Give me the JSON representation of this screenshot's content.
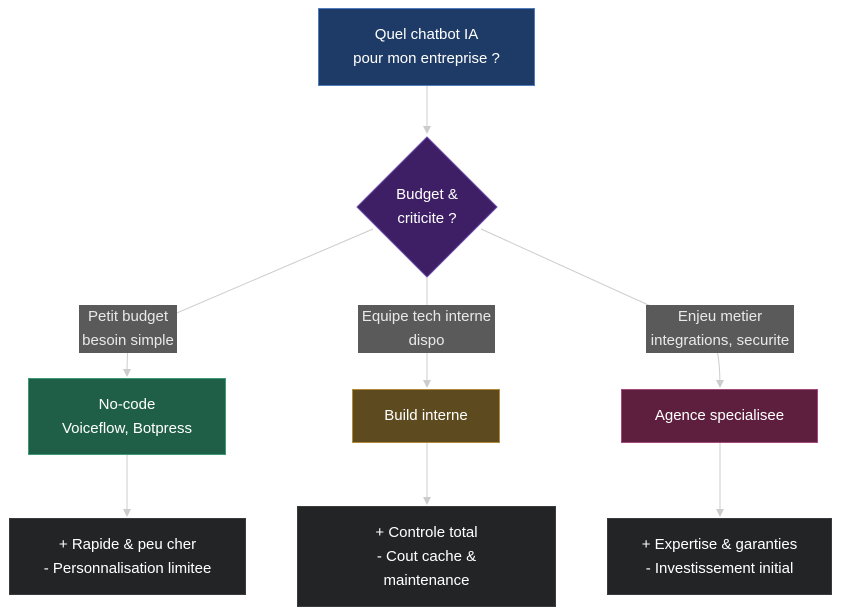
{
  "nodes": {
    "start": {
      "line1": "Quel chatbot IA",
      "line2": "pour mon entreprise ?",
      "fill": "#1e3a66"
    },
    "decision": {
      "line1": "Budget &",
      "line2": "criticite ?",
      "fill": "#3e1f66"
    },
    "nocode": {
      "line1": "No-code",
      "line2": "Voiceflow, Botpress",
      "fill": "#1f5f48"
    },
    "build": {
      "line1": "Build interne",
      "fill": "#5e4a1f"
    },
    "agence": {
      "line1": "Agence specialisee",
      "fill": "#5e1f3e"
    },
    "out_nocode": {
      "line1": "+ Rapide & peu cher",
      "line2": "- Personnalisation limitee"
    },
    "out_build": {
      "line1": "+ Controle total",
      "line2": "- Cout cache &",
      "line3": "maintenance"
    },
    "out_agence": {
      "line1": "+ Expertise & garanties",
      "line2": "- Investissement initial"
    }
  },
  "edge_labels": {
    "petit": {
      "line1": "Petit budget",
      "line2": "besoin simple"
    },
    "equipe": {
      "line1": "Equipe tech interne",
      "line2": "dispo"
    },
    "enjeu": {
      "line1": "Enjeu metier",
      "line2": "integrations, securite"
    }
  },
  "colors": {
    "edge": "#cccccc",
    "label_bg": "#5a5a5a",
    "output_bg": "#232425"
  }
}
